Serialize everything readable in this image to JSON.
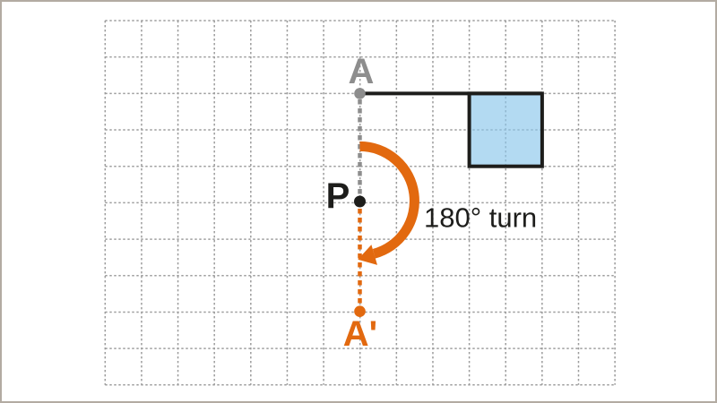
{
  "diagram": {
    "description": "180 degree rotation of point A about centre P",
    "points": {
      "a": {
        "label": "A"
      },
      "p": {
        "label": "P"
      },
      "a_prime": {
        "label": "A'"
      }
    },
    "rotation": {
      "label": "180° turn"
    },
    "colors": {
      "orange": "#e2690f",
      "gray": "#8d8d8d",
      "black": "#1d1d1b",
      "grid": "#9c9c9c",
      "square_fill": "rgba(139,199,236,0.66)",
      "frame": "#b3aba2"
    }
  }
}
